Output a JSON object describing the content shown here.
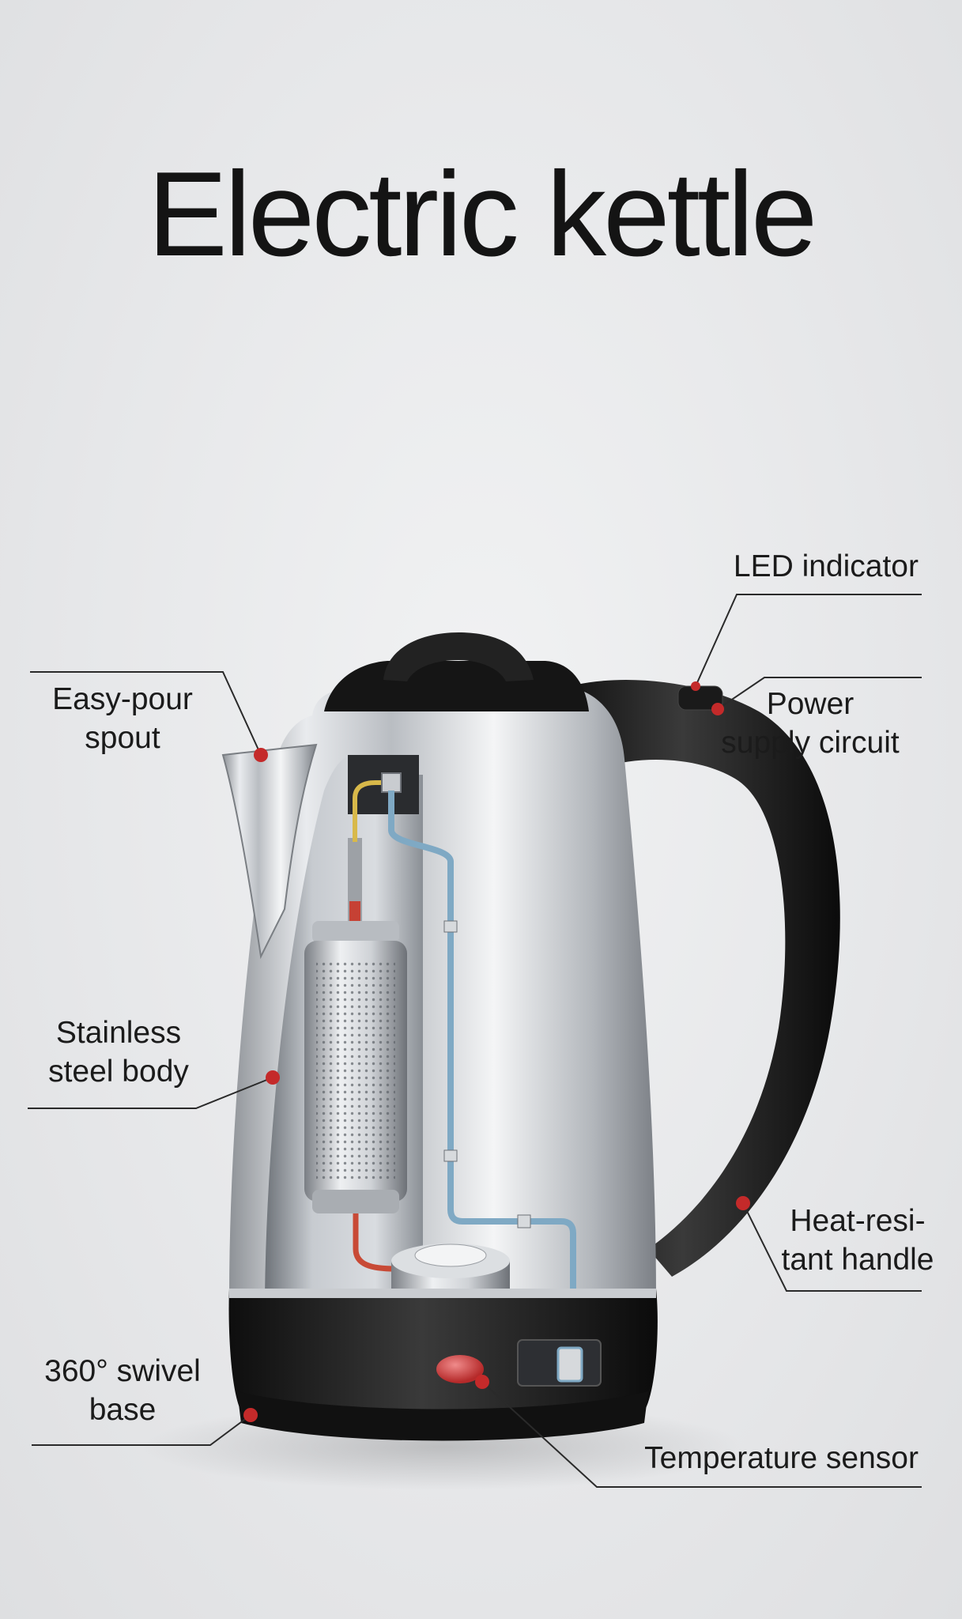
{
  "title": "Electric kettle",
  "labels": {
    "led_indicator": "LED indicator",
    "power_supply_circuit": [
      "Power",
      "supply circuit"
    ],
    "easy_pour_spout": [
      "Easy-pour",
      "spout"
    ],
    "stainless_steel_body": [
      "Stainless",
      "steel body"
    ],
    "heat_resistant_handle": [
      "Heat-resi-",
      "tant handle"
    ],
    "swivel_base": [
      "360° swivel",
      "base"
    ],
    "temperature_sensor": "Temperature sensor"
  },
  "colors": {
    "marker": "#c42a2a",
    "handle": "#1a1a1a",
    "steel": "#c9ccd0",
    "pipe_blue": "#7fa9c4",
    "wire_yellow": "#d8b94a",
    "wire_red": "#c84a36"
  }
}
